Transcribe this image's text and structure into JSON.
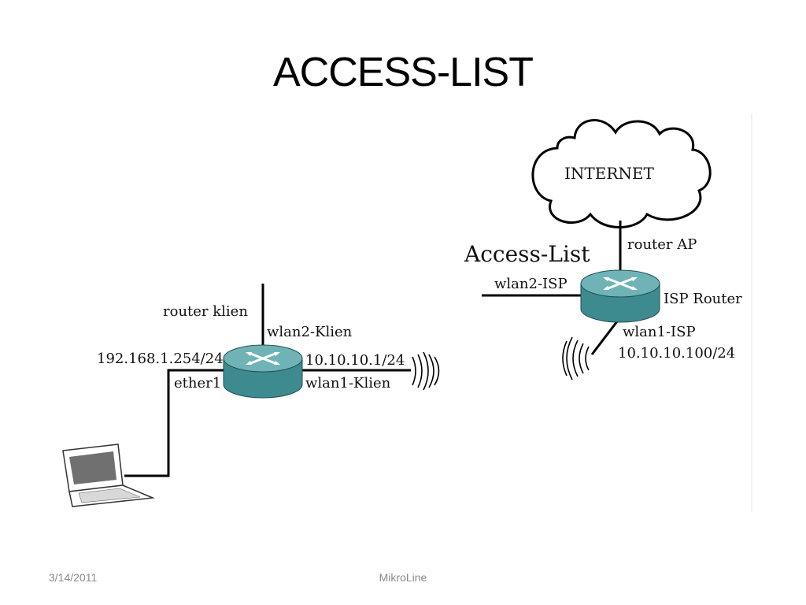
{
  "slide": {
    "title": "ACCESS-LIST",
    "footer_date": "3/14/2011",
    "footer_center": "MikroLine"
  },
  "diagram": {
    "cloud_label": "INTERNET",
    "access_list_label": "Access-List",
    "isp": {
      "router_ap": "router AP",
      "wlan2": "wlan2-ISP",
      "router_name": "ISP Router",
      "wlan1": "wlan1-ISP",
      "wlan1_ip": "10.10.10.100/24"
    },
    "client": {
      "router_name": "router klien",
      "wlan2": "wlan2-Klien",
      "lan_ip": "192.168.1.254/24",
      "wlan_ip": "10.10.10.1/24",
      "ether": "ether1",
      "wlan1": "wlan1-Klien"
    }
  },
  "colors": {
    "router_teal": "#6fb3b6",
    "router_dark": "#3d8b8f",
    "line": "#000000"
  }
}
